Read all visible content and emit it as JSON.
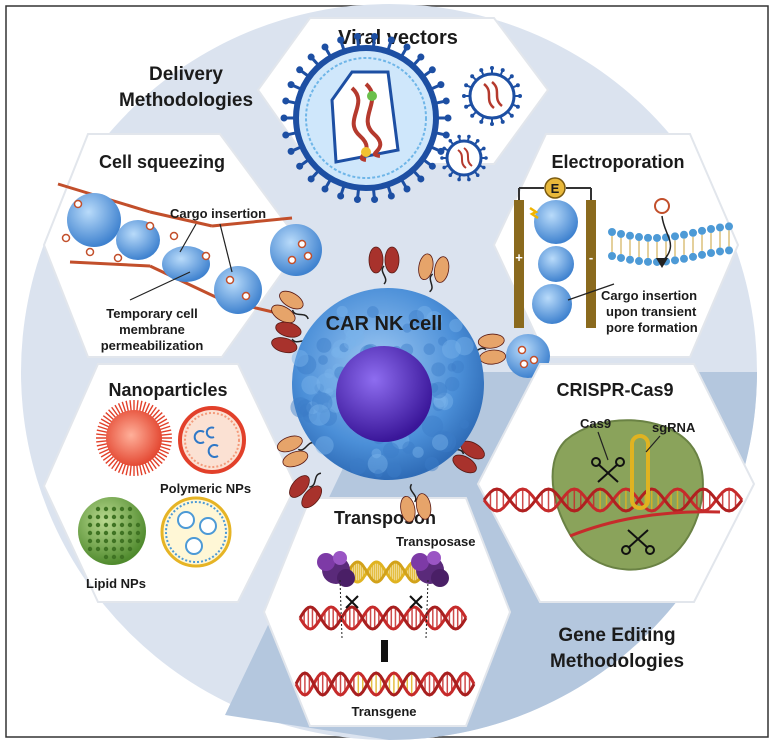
{
  "sections": {
    "delivery": {
      "line1": "Delivery",
      "line2": "Methodologies"
    },
    "gene_editing": {
      "line1": "Gene Editing",
      "line2": "Methodologies"
    }
  },
  "panels": {
    "viral": {
      "title": "Viral vectors"
    },
    "squeezing": {
      "title": "Cell squeezing",
      "cargo": "Cargo insertion",
      "perm1": "Temporary cell",
      "perm2": "membrane",
      "perm3": "permeabilization"
    },
    "electro": {
      "title": "Electroporation",
      "e": "E",
      "plus": "+",
      "minus": "-",
      "cargo1": "Cargo insertion",
      "cargo2": "upon transient",
      "cargo3": "pore formation"
    },
    "nano": {
      "title": "Nanoparticles",
      "poly": "Polymeric NPs",
      "lipid": "Lipid NPs"
    },
    "crispr": {
      "title": "CRISPR-Cas9",
      "cas9": "Cas9",
      "sgrna": "sgRNA"
    },
    "transposon": {
      "title": "Transposon",
      "transposase": "Transposase",
      "transgene": "Transgene"
    }
  },
  "center": {
    "label": "CAR NK cell"
  },
  "colors": {
    "circle": "#dbe3ef",
    "gene_zone": "#b4c7de",
    "cell": "#4b8fd8",
    "nucleus": "#4a23b8",
    "car_red": "#a8322c",
    "car_orange": "#e6a46a",
    "dna_red": "#c62b2b",
    "dna_yellow": "#e0b321",
    "virus_blue": "#1d4fa3"
  }
}
